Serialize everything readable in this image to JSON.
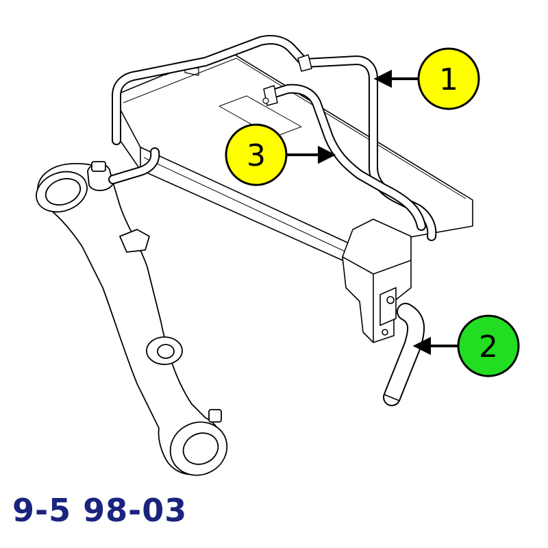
{
  "callouts": [
    {
      "label": "1",
      "color": "#ffff00"
    },
    {
      "label": "2",
      "color": "#22dd22"
    },
    {
      "label": "3",
      "color": "#ffff00"
    }
  ],
  "caption": "9-5 98-03",
  "colors": {
    "line": "#000000",
    "caption": "#1a237e",
    "background": "#ffffff"
  }
}
